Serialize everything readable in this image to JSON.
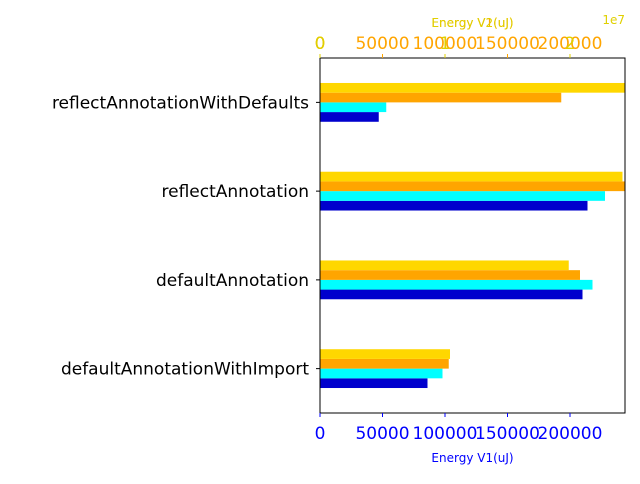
{
  "chart_data": {
    "type": "bar",
    "orientation": "horizontal",
    "categories": [
      "defaultAnnotationWithImport",
      "defaultAnnotation",
      "reflectAnnotation",
      "reflectAnnotationWithDefaults"
    ],
    "bottom_axis": {
      "label": "Energy V1(uJ)",
      "label_color": "#0000ff",
      "tick_color": "#0000ff",
      "xlim": [
        0,
        244000
      ],
      "ticks": [
        0,
        50000,
        100000,
        150000,
        200000
      ],
      "tick_labels": [
        "0",
        "50000",
        "100000",
        "150000",
        "200000"
      ]
    },
    "top_axes": [
      {
        "label": "Energy V1(uJ)",
        "label_color": "#ffa500",
        "tick_color": "#ffa500",
        "xlim": [
          0,
          244000
        ],
        "ticks": [
          0,
          50000,
          100000,
          150000,
          200000
        ],
        "tick_labels": [
          "0",
          "50000",
          "100000",
          "150000",
          "200000"
        ]
      },
      {
        "label": "Energy V2(uJ)",
        "label_color": "#e0d000",
        "tick_color": "#e0d000",
        "xlim": [
          0,
          24400000
        ],
        "ticks": [
          0,
          10000000,
          20000000
        ],
        "tick_labels": [
          "0",
          "1",
          "2"
        ],
        "offset_text": "1e7"
      }
    ],
    "series": [
      {
        "color": "#0000cd",
        "axis": "bottom",
        "values": [
          86000,
          210000,
          214000,
          47000
        ]
      },
      {
        "color": "#00ffff",
        "axis": "bottom",
        "values": [
          98000,
          218000,
          228000,
          53000
        ]
      },
      {
        "color": "#ffa500",
        "axis": "top-orange",
        "values": [
          103000,
          208000,
          244000,
          193000
        ]
      },
      {
        "color": "#ffd700",
        "axis": "top-yellow",
        "values": [
          10400000,
          19900000,
          24200000,
          24400000
        ]
      }
    ],
    "grid": false,
    "legend": "none"
  }
}
